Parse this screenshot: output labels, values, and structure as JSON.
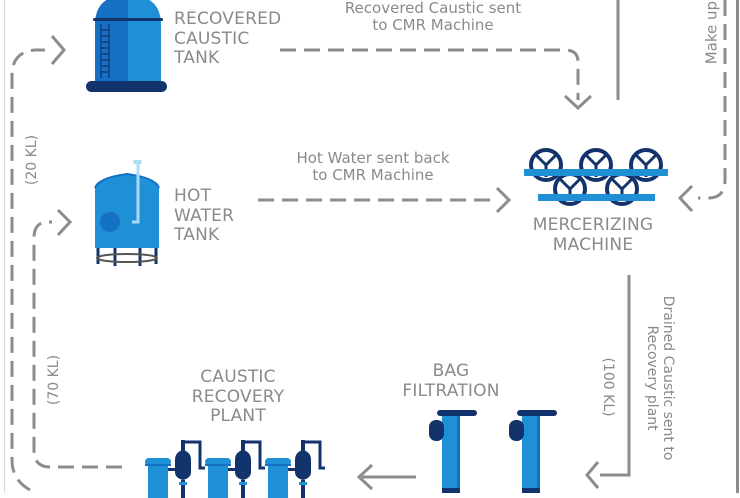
{
  "nodes": {
    "recovered_caustic_tank": {
      "lines": [
        "RECOVERED",
        "CAUSTIC",
        "TANK"
      ],
      "icon": "storage-silo-icon"
    },
    "hot_water_tank": {
      "lines": [
        "HOT",
        "WATER",
        "TANK"
      ],
      "icon": "water-tank-icon"
    },
    "mercerizing_machine": {
      "lines": [
        "MERCERIZING",
        "MACHINE"
      ],
      "icon": "roller-machine-icon"
    },
    "bag_filtration": {
      "lines": [
        "BAG",
        "FILTRATION"
      ],
      "icon": "bag-filter-icon"
    },
    "caustic_recovery_plant": {
      "lines": [
        "CAUSTIC",
        "RECOVERY",
        "PLANT"
      ],
      "icon": "evaporator-plant-icon"
    }
  },
  "flows": {
    "recovered_to_cmr": {
      "lines": [
        "Recovered Caustic sent",
        "to CMR Machine"
      ]
    },
    "hot_water_to_cmr": {
      "lines": [
        "Hot Water sent back",
        "to CMR Machine"
      ]
    },
    "drained_to_recovery": {
      "lines": [
        "Drained Caustic sent to",
        "Recovery plant"
      ]
    },
    "make_up": {
      "text": "Make up"
    }
  },
  "quantities": {
    "to_recovered_tank": "(20 KL)",
    "to_hot_water_tank": "(70 KL)",
    "drained": "(100 KL)"
  },
  "colors": {
    "text_gray": "#8a8a8a",
    "line_gray": "#8c8c8c",
    "blue_light": "#1f8fd6",
    "blue_mid": "#1471c4",
    "blue_dark": "#12336b",
    "blue_pale": "#a8dcf5"
  }
}
